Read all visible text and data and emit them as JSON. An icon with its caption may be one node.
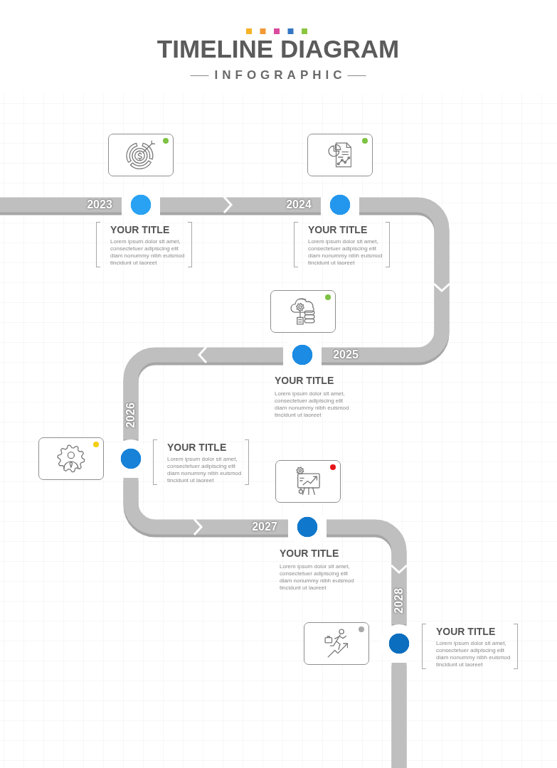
{
  "diagram": {
    "title": "TIMELINE DIAGRAM",
    "nodes": [
      {
        "text": [],
        "shape": "box"
      },
      {
        "text": [],
        "shape": "circle",
        "beside": [
          "2023"
        ]
      },
      {
        "text": [
          "YOUR TITLE",
          "Lorem ipsum dolor sit amet, consectetuer adipiscing elit diam nonummy nibh euismod tincidunt ut laoreet"
        ]
      },
      {
        "text": [],
        "shape": "box"
      },
      {
        "text": [],
        "shape": "circle",
        "beside": [
          "2024"
        ]
      },
      {
        "text": [
          "YOUR TITLE",
          "Lorem ipsum dolor sit amet, consectetuer adipiscing elit diam nonummy nibh euismod tincidunt ut laoreet"
        ]
      },
      {
        "text": [],
        "shape": "box"
      },
      {
        "text": [],
        "shape": "circle",
        "beside": [
          "2025",
          "YOUR TITLE",
          "Lorem ipsum dolor sit amet, consectetuer adipiscing elit diam nonummy nibh euismod tincidunt ut laoreet"
        ]
      },
      {
        "text": [],
        "shape": "box"
      },
      {
        "text": [],
        "shape": "circle",
        "beside": [
          "2026"
        ]
      },
      {
        "text": [
          "YOUR TITLE",
          "Lorem ipsum dolor sit amet, consectetuer adipiscing elit diam nonummy nibh euismod tincidunt ut laoreet"
        ]
      },
      {
        "text": [],
        "shape": "box"
      },
      {
        "text": [],
        "shape": "circle",
        "beside": [
          "2027",
          "YOUR TITLE",
          "Lorem ipsum dolor sit amet, consectetuer adipiscing elit diam nonummy nibh euismod tincidunt ut laoreet"
        ]
      },
      {
        "text": [],
        "shape": "box"
      },
      {
        "text": [],
        "shape": "circle",
        "beside": [
          "2028"
        ]
      },
      {
        "text": [
          "YOUR TITLE",
          "Lorem ipsum dolor sit amet, consectetuer adipiscing elit diam nonummy nibh euismod tincidunt ut laoreet"
        ]
      }
    ],
    "edges": [
      {
        "from": null,
        "to": 1,
        "arrow": "none"
      },
      {
        "from": 1,
        "to": 4,
        "arrow": "to"
      },
      {
        "from": 4,
        "to": 7,
        "arrow": "to"
      },
      {
        "from": 7,
        "to": 9,
        "arrow": "to"
      },
      {
        "from": 9,
        "to": 12,
        "arrow": "to"
      },
      {
        "from": 12,
        "to": 14,
        "arrow": "to"
      },
      {
        "from": 14,
        "to": null,
        "arrow": "none"
      }
    ],
    "labels": [
      "INFOGRAPHIC"
    ]
  }
}
